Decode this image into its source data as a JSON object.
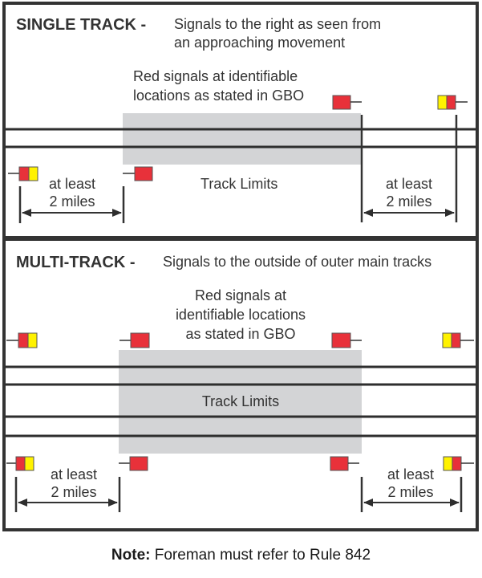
{
  "colors": {
    "frame": "#333333",
    "track": "#2e2e2e",
    "limits_fill": "#d3d4d6",
    "signal_red": "#e8313a",
    "signal_yellow": "#fff200",
    "text": "#333333"
  },
  "single_track": {
    "heading": "SINGLE TRACK -",
    "description_line1": "Signals to the right as seen from",
    "description_line2": "an approaching movement",
    "red_signals_line1": "Red signals at identifiable",
    "red_signals_line2": "locations as stated in GBO",
    "track_limits_label": "Track Limits",
    "distance_left_line1": "at least",
    "distance_left_line2": "2 miles",
    "distance_right_line1": "at least",
    "distance_right_line2": "2 miles",
    "track_count": 2,
    "signals": [
      {
        "name": "advance-signal-left",
        "aspect": "red-yellow",
        "position": "left-below"
      },
      {
        "name": "red-signal-left",
        "aspect": "red",
        "position": "limits-start-below"
      },
      {
        "name": "red-signal-right",
        "aspect": "red",
        "position": "limits-end-above"
      },
      {
        "name": "advance-signal-right",
        "aspect": "yellow-red",
        "position": "right-above"
      }
    ]
  },
  "multi_track": {
    "heading": "MULTI-TRACK -",
    "description": "Signals to the outside of outer main tracks",
    "red_signals_line1": "Red signals at",
    "red_signals_line2": "identifiable locations",
    "red_signals_line3": "as stated in GBO",
    "track_limits_label": "Track Limits",
    "distance_left_line1": "at least",
    "distance_left_line2": "2 miles",
    "distance_right_line1": "at least",
    "distance_right_line2": "2 miles",
    "track_count": 4,
    "signals": [
      {
        "name": "advance-signal-top-left",
        "aspect": "red-yellow"
      },
      {
        "name": "red-signal-top-left",
        "aspect": "red"
      },
      {
        "name": "red-signal-top-right",
        "aspect": "red"
      },
      {
        "name": "advance-signal-top-right",
        "aspect": "yellow-red"
      },
      {
        "name": "advance-signal-bottom-left",
        "aspect": "red-yellow"
      },
      {
        "name": "red-signal-bottom-left",
        "aspect": "red"
      },
      {
        "name": "red-signal-bottom-right",
        "aspect": "red"
      },
      {
        "name": "advance-signal-bottom-right",
        "aspect": "yellow-red"
      }
    ]
  },
  "note": {
    "label": "Note:",
    "text": " Foreman must refer to Rule 842"
  }
}
